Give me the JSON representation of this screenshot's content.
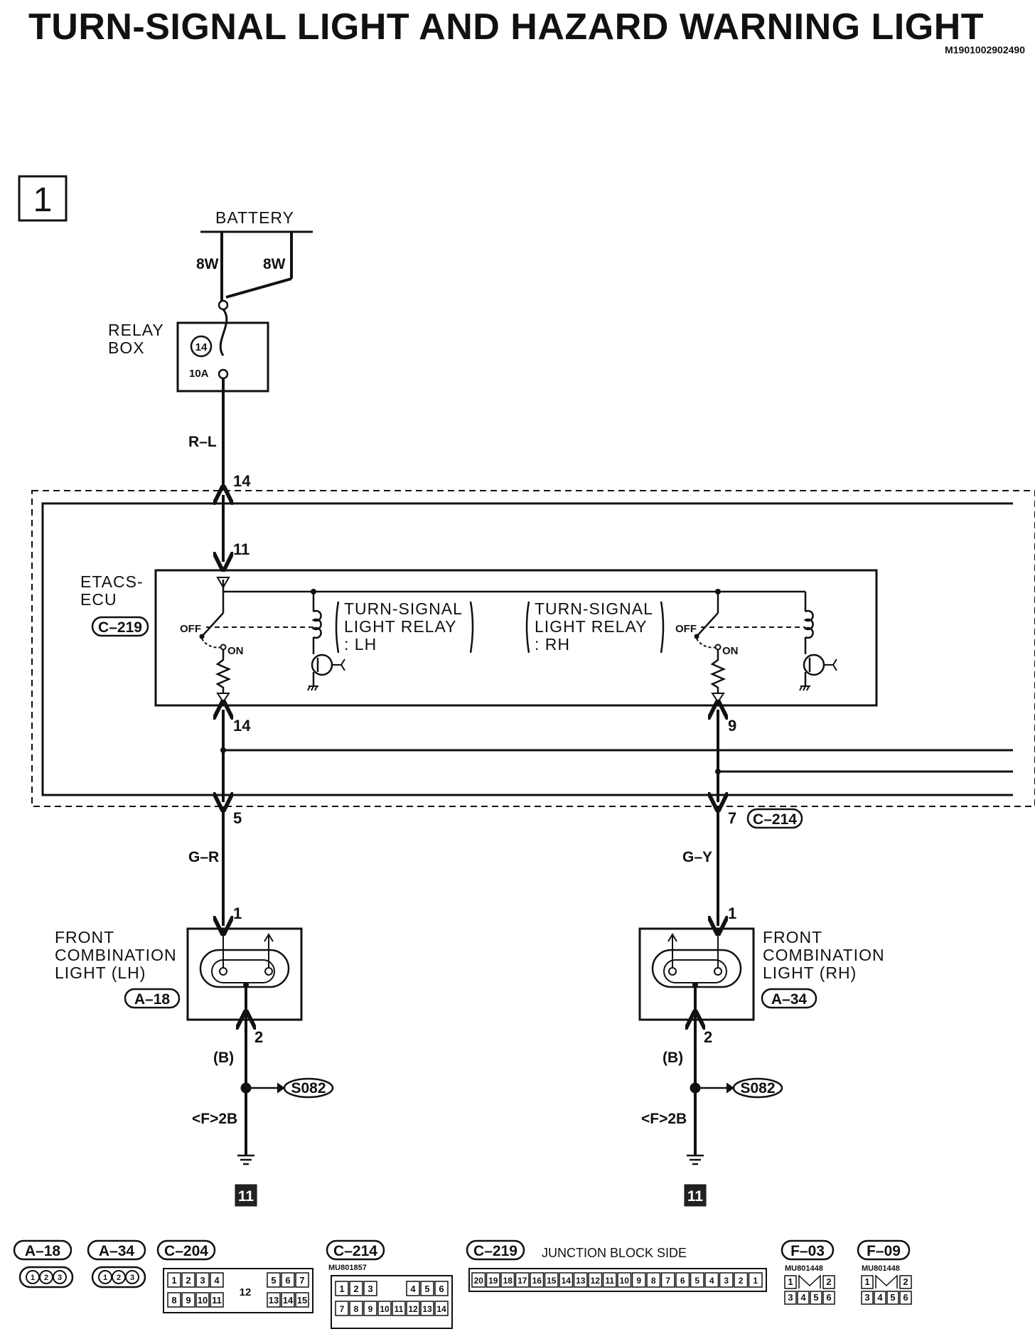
{
  "header": {
    "title": "TURN-SIGNAL LIGHT AND HAZARD WARNING LIGHT",
    "doc_id": "M1901002902490"
  },
  "sheet": {
    "number": "1"
  },
  "power": {
    "battery": "BATTERY",
    "wire_left": "8W",
    "wire_right": "8W",
    "relay_box": [
      "RELAY",
      "BOX"
    ],
    "fuse_no": "14",
    "fuse_rating": "10A",
    "wire_rl": "R–L",
    "pin_top": "14",
    "pin_ecu_in": "11"
  },
  "ecu": {
    "name": [
      "ETACS-",
      "ECU"
    ],
    "connector": "C–219",
    "relay_lh": [
      "TURN-SIGNAL",
      "LIGHT RELAY",
      ": LH"
    ],
    "relay_rh": [
      "TURN-SIGNAL",
      "LIGHT RELAY",
      ": RH"
    ],
    "off": "OFF",
    "on": "ON",
    "pin_lh_out": "14",
    "pin_rh_out": "9"
  },
  "junction": {
    "pin_lh": "5",
    "pin_rh": "7",
    "connector": "C–214"
  },
  "lamp_lh": {
    "wire": "G–R",
    "pin_in": "1",
    "name": [
      "FRONT",
      "COMBINATION",
      "LIGHT (LH)"
    ],
    "connector": "A–18",
    "pin_out": "2",
    "ground_wire": "(B)",
    "splice": "S082",
    "ground_point": "<F>2B",
    "page_ref": "11"
  },
  "lamp_rh": {
    "wire": "G–Y",
    "pin_in": "1",
    "name": [
      "FRONT",
      "COMBINATION",
      "LIGHT (RH)"
    ],
    "connector": "A–34",
    "pin_out": "2",
    "ground_wire": "(B)",
    "splice": "S082",
    "ground_point": "<F>2B",
    "page_ref": "11"
  },
  "connectors": {
    "a18": {
      "label": "A–18",
      "pins": [
        "1",
        "2",
        "3"
      ]
    },
    "a34": {
      "label": "A–34",
      "pins": [
        "1",
        "2",
        "3"
      ]
    },
    "c204": {
      "label": "C–204",
      "row1": [
        "1",
        "2",
        "3",
        "4",
        "5",
        "6",
        "7"
      ],
      "row2": [
        "8",
        "9",
        "10",
        "11",
        "13",
        "14",
        "15"
      ],
      "center": "12"
    },
    "c214": {
      "label": "C–214",
      "part": "MU801857",
      "row1": [
        "1",
        "2",
        "3",
        "4",
        "5",
        "6"
      ],
      "row2": [
        "7",
        "8",
        "9",
        "10",
        "11",
        "12",
        "13",
        "14"
      ]
    },
    "c219": {
      "label": "C–219",
      "note": "JUNCTION BLOCK SIDE",
      "pins": [
        "20",
        "19",
        "18",
        "17",
        "16",
        "15",
        "14",
        "13",
        "12",
        "11",
        "10",
        "9",
        "8",
        "7",
        "6",
        "5",
        "4",
        "3",
        "2",
        "1"
      ]
    },
    "f03": {
      "label": "F–03",
      "part": "MU801448",
      "row1": [
        "1",
        "2"
      ],
      "row2": [
        "3",
        "4",
        "5",
        "6"
      ]
    },
    "f09": {
      "label": "F–09",
      "part": "MU801448",
      "row1": [
        "1",
        "2"
      ],
      "row2": [
        "3",
        "4",
        "5",
        "6"
      ]
    }
  }
}
